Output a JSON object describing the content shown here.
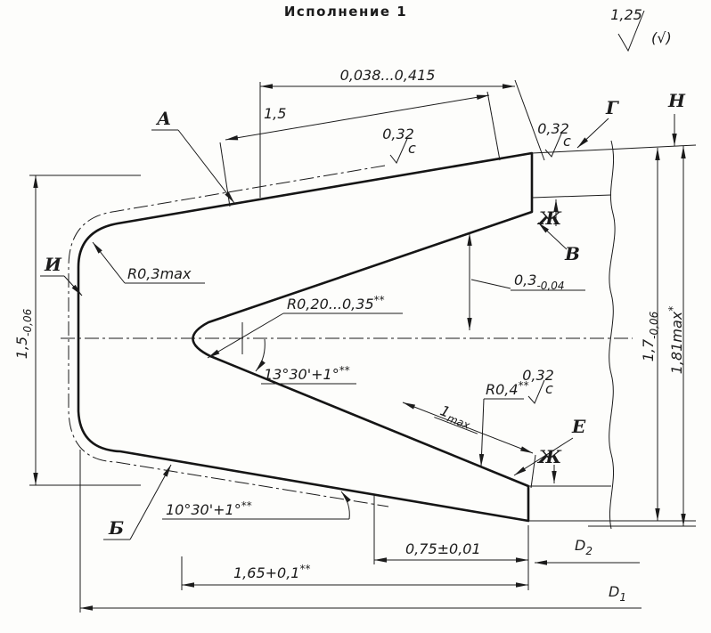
{
  "title": "Исполнение 1",
  "surface_note": {
    "value": "1,25",
    "paren": "(√)"
  },
  "labels": {
    "a": "А",
    "b": "Б",
    "v": "В",
    "g": "Г",
    "e": "Е",
    "zh_top": "Ж",
    "zh_bot": "Ж",
    "i": "И",
    "n": "Н"
  },
  "dims": {
    "gap": "0,038...0,415",
    "top_len": "1,5",
    "left_h": {
      "main": "1,5",
      "tol": "-0,06"
    },
    "right_h": {
      "main": "1,7",
      "tol": "-0,06"
    },
    "max_h": {
      "main": "1,81max",
      "sup": "*"
    },
    "arm": {
      "main": "0,3",
      "tol": "-0,04"
    },
    "r_nose": "R0,3max",
    "r_slot": {
      "main": "R0,20...0,35",
      "sup": "**"
    },
    "r_tip": {
      "main": "R0,4",
      "sup": "**"
    },
    "ang_slot": {
      "main": "13°30'+1°",
      "sup": "**"
    },
    "ang_bottom": {
      "main": "10°30'+1°",
      "sup": "**"
    },
    "len_taper": {
      "main": "1",
      "sub": "max"
    },
    "end_w": "0,75±0,01",
    "slot_len": {
      "main": "1,65+0,1",
      "sup": "**"
    },
    "d1": {
      "main": "D",
      "sub": "1"
    },
    "d2": {
      "main": "D",
      "sub": "2"
    }
  },
  "roughness": {
    "mid": {
      "value": "0,32",
      "grade": "c"
    },
    "right": {
      "value": "0,32",
      "grade": "c"
    },
    "tip": {
      "value": "0,32",
      "grade": "c"
    }
  }
}
